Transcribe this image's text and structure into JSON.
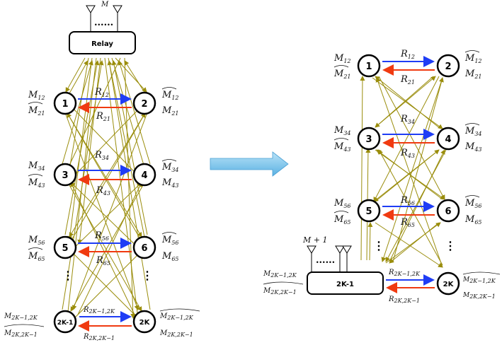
{
  "left": {
    "relay_label": "Relay",
    "relay_antennas": "M",
    "nodes": [
      {
        "id": "1",
        "outer": "M12",
        "inner": "M21hat"
      },
      {
        "id": "2",
        "outer": "M12hat",
        "inner": "M21"
      },
      {
        "id": "3",
        "outer": "M34",
        "inner": "M43hat"
      },
      {
        "id": "4",
        "outer": "M34hat",
        "inner": "M43"
      },
      {
        "id": "5",
        "outer": "M56",
        "inner": "M65hat"
      },
      {
        "id": "6",
        "outer": "M56hat",
        "inner": "M65"
      },
      {
        "id": "2K-1"
      },
      {
        "id": "2K"
      }
    ],
    "rates": {
      "r12": "R",
      "r12_sub": "12",
      "r21": "R",
      "r21_sub": "21",
      "r34": "R",
      "r34_sub": "34",
      "r43": "R",
      "r43_sub": "43",
      "r56": "R",
      "r56_sub": "56",
      "r65": "R",
      "r65_sub": "65",
      "rk12": "R",
      "rk12_sub": "2K−1,2K",
      "rk21": "R",
      "rk21_sub": "2K,2K−1"
    },
    "msg": {
      "m12": "M",
      "m12_sub": "12",
      "m21": "M",
      "m21_sub": "21",
      "m34": "M",
      "m34_sub": "34",
      "m43": "M",
      "m43_sub": "43",
      "m56": "M",
      "m56_sub": "56",
      "m65": "M",
      "m65_sub": "65",
      "mk12": "M",
      "mk12_sub": "2K−1,2K",
      "mk21": "M",
      "mk21_sub": "2K,2K−1"
    }
  },
  "right": {
    "box_label": "2K-1",
    "antenna_label": "M + 1",
    "node_2k": "2K",
    "node_labels": [
      "1",
      "2",
      "3",
      "4",
      "5",
      "6"
    ]
  },
  "colors": {
    "forward_arrow": "#1f3df5",
    "backward_arrow": "#f03a10",
    "link": "#9a8d0c",
    "transform_arrow": "#7cc3ea"
  }
}
